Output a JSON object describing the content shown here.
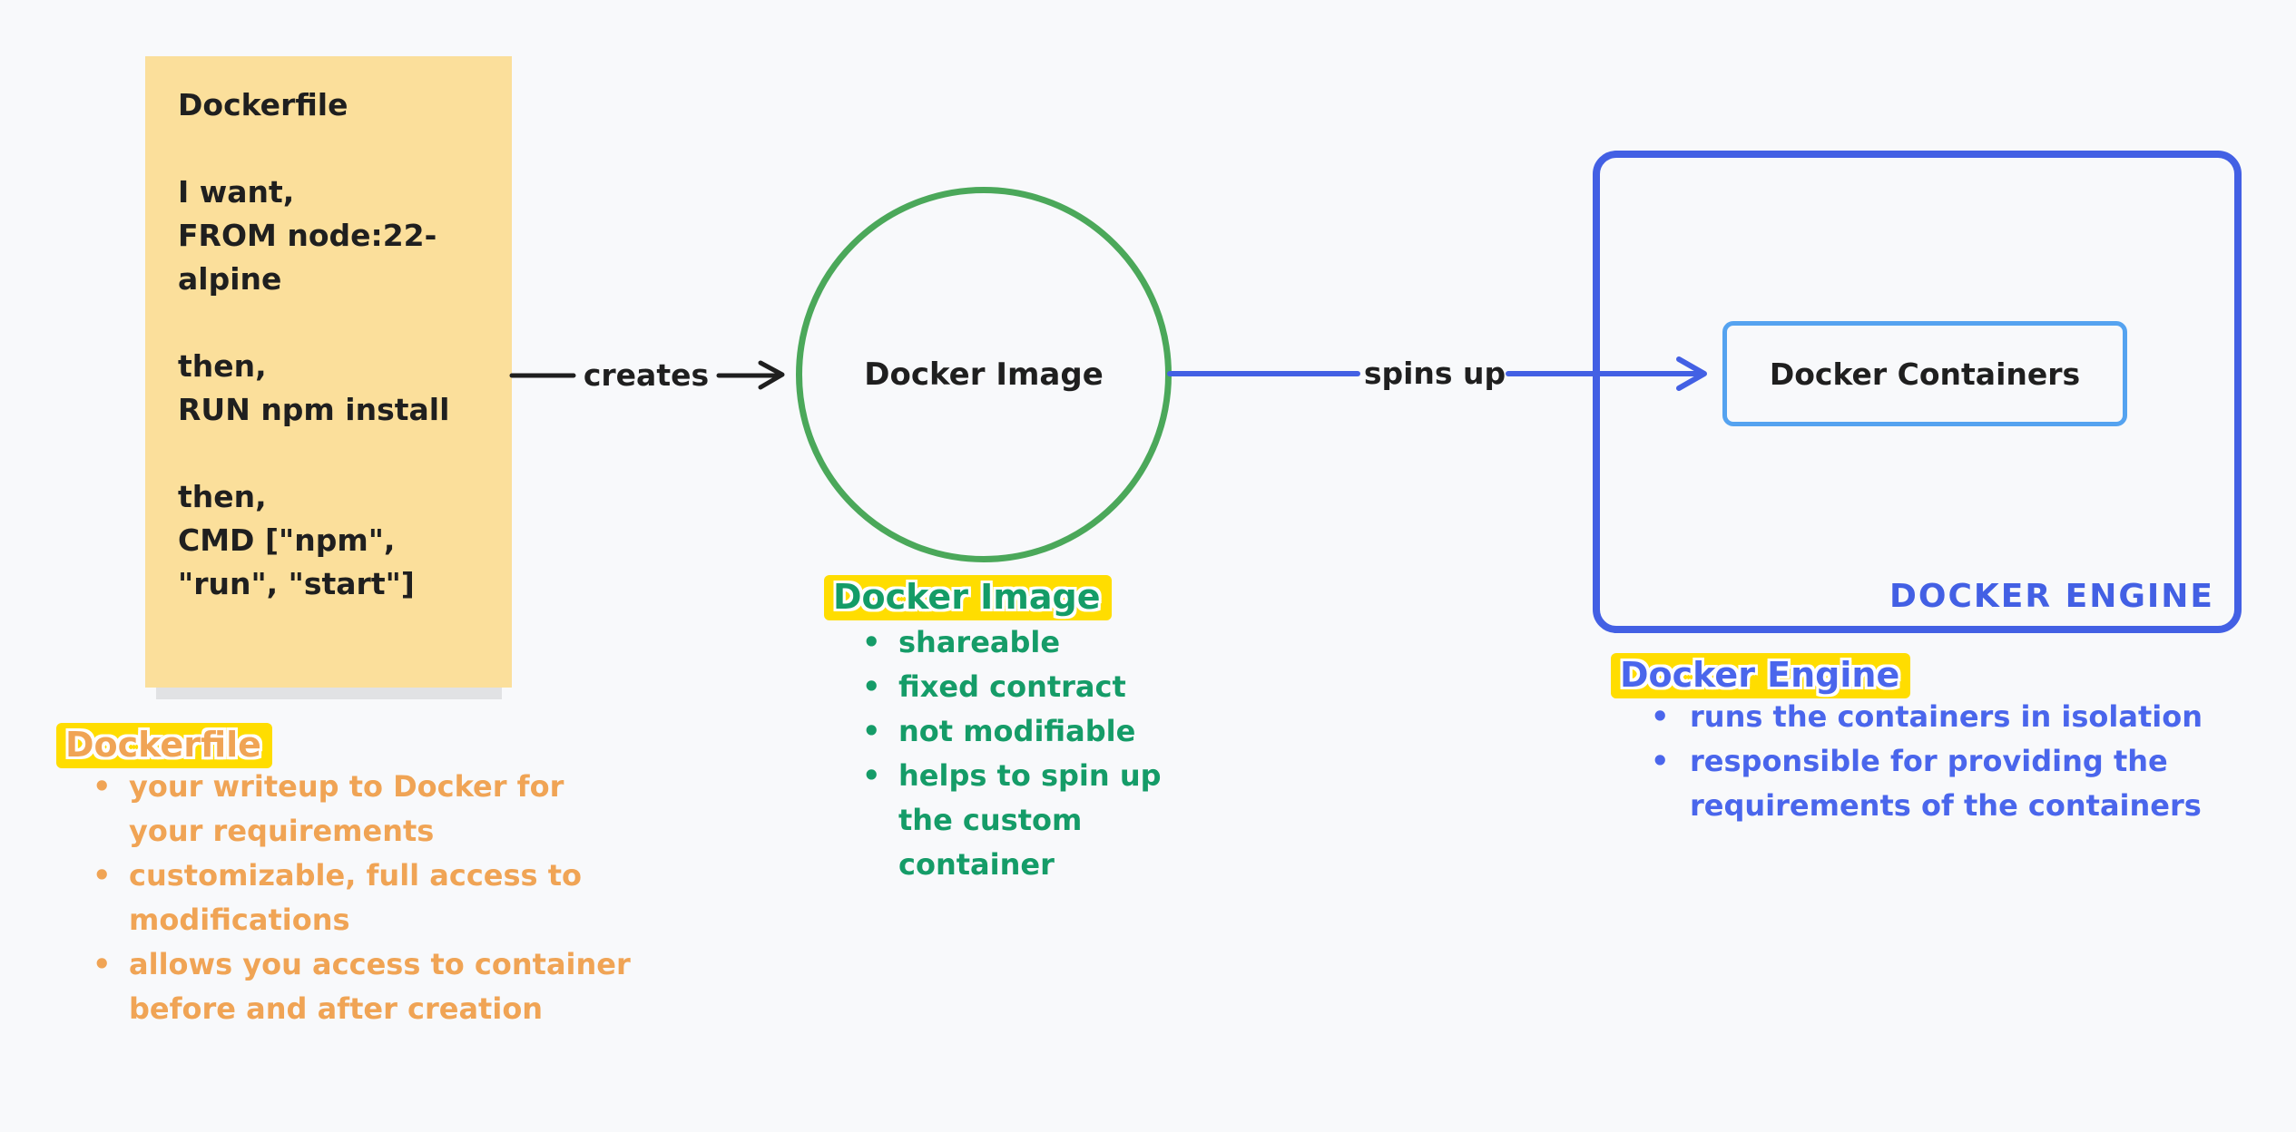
{
  "canvas": {
    "background": "#f8f9fb"
  },
  "colors": {
    "note_bg": "#fbdf9b",
    "note_shadow": "#e1e2e4",
    "ink_black": "#1f1f1f",
    "circle_green": "#4ba85a",
    "green_text": "#159c68",
    "orange_text": "#f0a455",
    "blue_primary": "#4360e4",
    "blue_text": "#4a66ec",
    "blue_light": "#55a3f0",
    "highlight_yellow": "#ffdd00"
  },
  "sticky_note": {
    "text": "Dockerfile\n\nI want,\nFROM node:22-\nalpine\n\nthen,\nRUN npm install\n\nthen,\nCMD [\"npm\",\n\"run\", \"start\"]"
  },
  "flow": {
    "creates_label": "creates",
    "image_circle_label": "Docker Image",
    "spins_up_label": "spins up",
    "containers_label": "Docker Containers",
    "engine_corner_label": "DOCKER ENGINE"
  },
  "sections": {
    "dockerfile": {
      "title": "Dockerfile",
      "items": [
        "your writeup to Docker for\nyour requirements",
        "customizable, full access to\nmodifications",
        "allows you access to container\nbefore and after creation"
      ]
    },
    "docker_image": {
      "title": "Docker Image",
      "items": [
        "shareable",
        "fixed contract",
        "not modifiable",
        "helps to spin up\nthe custom\ncontainer"
      ]
    },
    "docker_engine": {
      "title": "Docker Engine",
      "items": [
        "runs the containers in isolation",
        "responsible for providing the\nrequirements of the containers"
      ]
    }
  }
}
